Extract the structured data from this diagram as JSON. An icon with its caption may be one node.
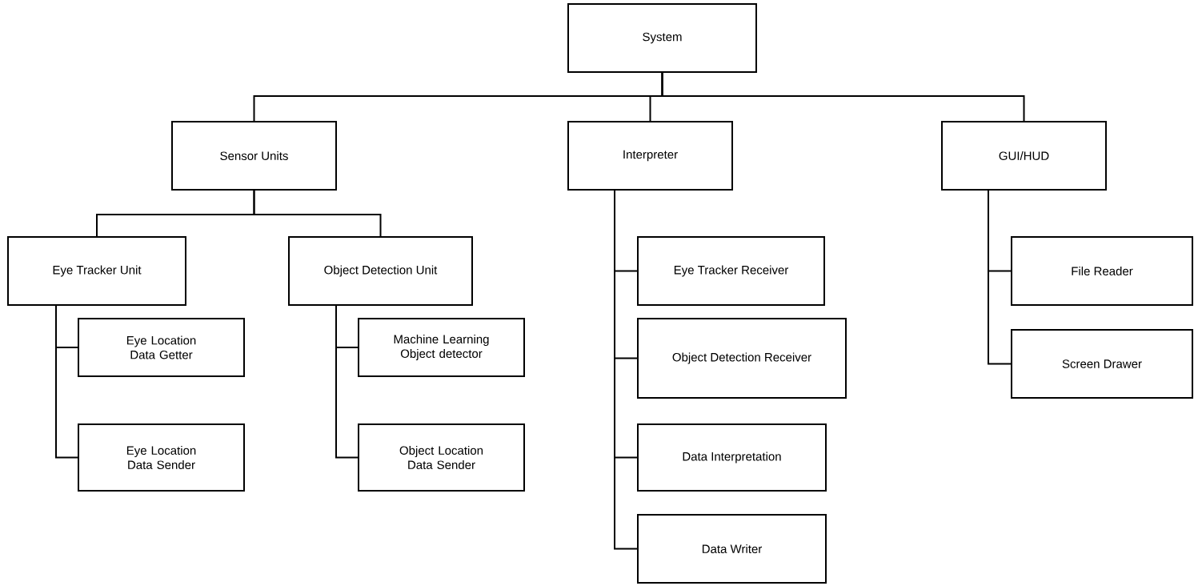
{
  "diagram": {
    "nodes": [
      {
        "text": [
          "System"
        ]
      },
      {
        "text": [
          "Sensor Units"
        ]
      },
      {
        "text": [
          "Interpreter"
        ]
      },
      {
        "text": [
          "GUI/HUD"
        ]
      },
      {
        "text": [
          "Eye Tracker Unit"
        ]
      },
      {
        "text": [
          "Object Detection Unit"
        ]
      },
      {
        "text": [
          "Eye Location Data Getter"
        ]
      },
      {
        "text": [
          "Eye Location Data Sender"
        ]
      },
      {
        "text": [
          "Machine Learning Object detector"
        ]
      },
      {
        "text": [
          "Object Location Data Sender"
        ]
      },
      {
        "text": [
          "Eye Tracker Receiver"
        ]
      },
      {
        "text": [
          "Object Detection Receiver"
        ]
      },
      {
        "text": [
          "Data Interpretation"
        ]
      },
      {
        "text": [
          "Data Writer"
        ]
      },
      {
        "text": [
          "File Reader"
        ]
      },
      {
        "text": [
          "Screen Drawer"
        ]
      }
    ],
    "edges": [
      {
        "from": 0,
        "to": 1,
        "arrow": "none"
      },
      {
        "from": 0,
        "to": 2,
        "arrow": "none"
      },
      {
        "from": 0,
        "to": 3,
        "arrow": "none"
      },
      {
        "from": 1,
        "to": 4,
        "arrow": "none"
      },
      {
        "from": 1,
        "to": 5,
        "arrow": "none"
      },
      {
        "from": 4,
        "to": 6,
        "arrow": "none"
      },
      {
        "from": 4,
        "to": 7,
        "arrow": "none"
      },
      {
        "from": 5,
        "to": 8,
        "arrow": "none"
      },
      {
        "from": 5,
        "to": 9,
        "arrow": "none"
      },
      {
        "from": 2,
        "to": 10,
        "arrow": "none"
      },
      {
        "from": 2,
        "to": 11,
        "arrow": "none"
      },
      {
        "from": 2,
        "to": 12,
        "arrow": "none"
      },
      {
        "from": 2,
        "to": 13,
        "arrow": "none"
      },
      {
        "from": 3,
        "to": 14,
        "arrow": "none"
      },
      {
        "from": 3,
        "to": 15,
        "arrow": "none"
      }
    ]
  }
}
